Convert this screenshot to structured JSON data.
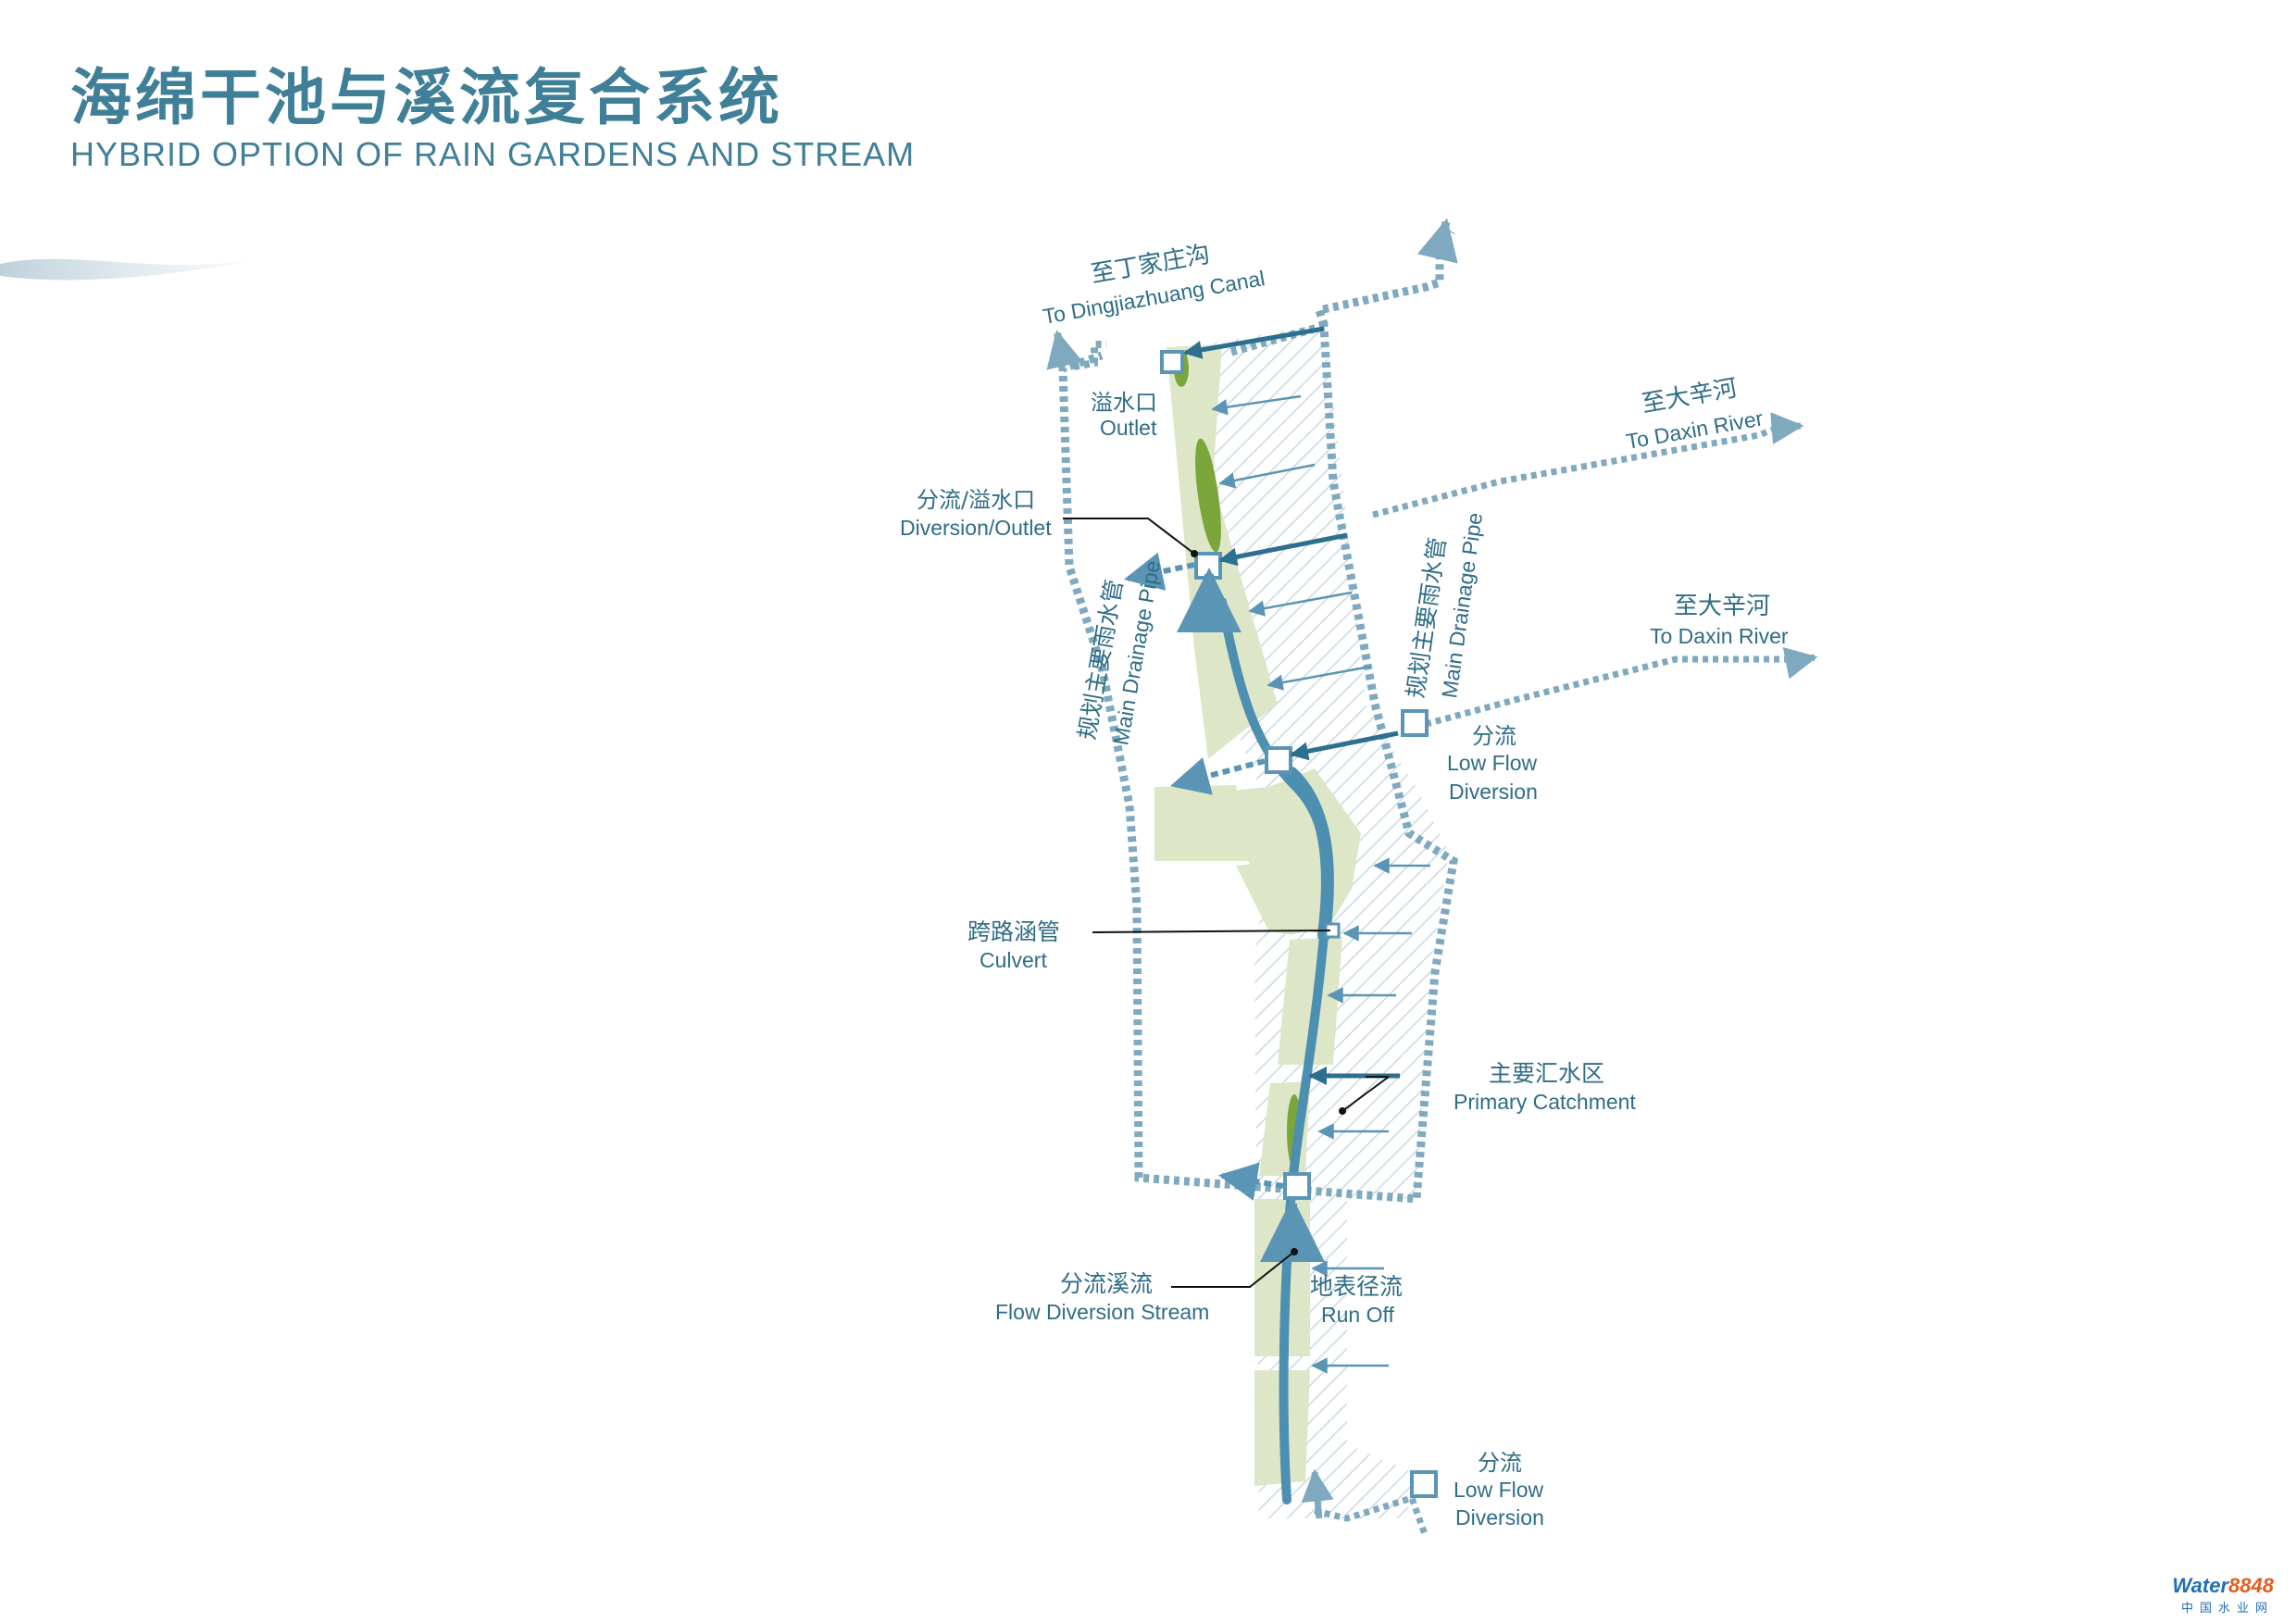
{
  "header": {
    "title_cn": "海绵干池与溪流复合系统",
    "title_en": "HYBRID OPTION OF RAIN GARDENS AND STREAM"
  },
  "labels": {
    "canal_cn": "至丁家庄沟",
    "canal_en": "To Dingjiazhuang Canal",
    "daxin1_cn": "至大辛河",
    "daxin1_en": "To Daxin River",
    "daxin2_cn": "至大辛河",
    "daxin2_en": "To Daxin River",
    "outlet_cn": "溢水口",
    "outlet_en": "Outlet",
    "diversion_outlet_cn": "分流/溢水口",
    "diversion_outlet_en": "Diversion/Outlet",
    "pipe_left_cn": "规划主要雨水管",
    "pipe_left_en": "Main Drainage Pipe",
    "pipe_right_cn": "规划主要雨水管",
    "pipe_right_en": "Main Drainage Pipe",
    "lowflow1_cn": "分流",
    "lowflow1_en1": "Low Flow",
    "lowflow1_en2": "Diversion",
    "culvert_cn": "跨路涵管",
    "culvert_en": "Culvert",
    "catchment_cn": "主要汇水区",
    "catchment_en": "Primary Catchment",
    "stream_cn": "分流溪流",
    "stream_en": "Flow Diversion Stream",
    "runoff_cn": "地表径流",
    "runoff_en": "Run Off",
    "lowflow2_cn": "分流",
    "lowflow2_en1": "Low Flow",
    "lowflow2_en2": "Diversion"
  },
  "watermark": {
    "brand_a": "Water",
    "brand_b": "8848",
    "sub": "中国水业网"
  },
  "colors": {
    "pipe": "#7fa9bf",
    "stream": "#4d8fb0",
    "green_area": "#dde7c8",
    "rain_garden": "#7aa63c",
    "text": "#2f6d86"
  }
}
